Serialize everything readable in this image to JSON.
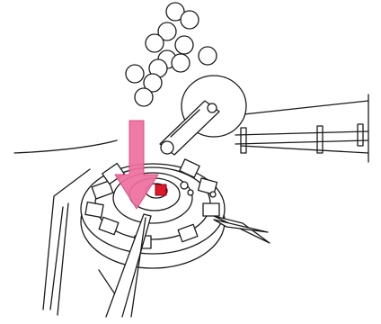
{
  "diagram": {
    "line_color": "#1a1a1a",
    "background": "#ffffff",
    "arrow_color": "#ef6f9e",
    "arrow_edge_color": "#d94c83",
    "red_part_color": "#e0182b",
    "arrow_direction": "down",
    "icons": [
      "down-arrow",
      "round-beads",
      "rotary-feeder",
      "tweezers",
      "pivot-arm"
    ]
  }
}
